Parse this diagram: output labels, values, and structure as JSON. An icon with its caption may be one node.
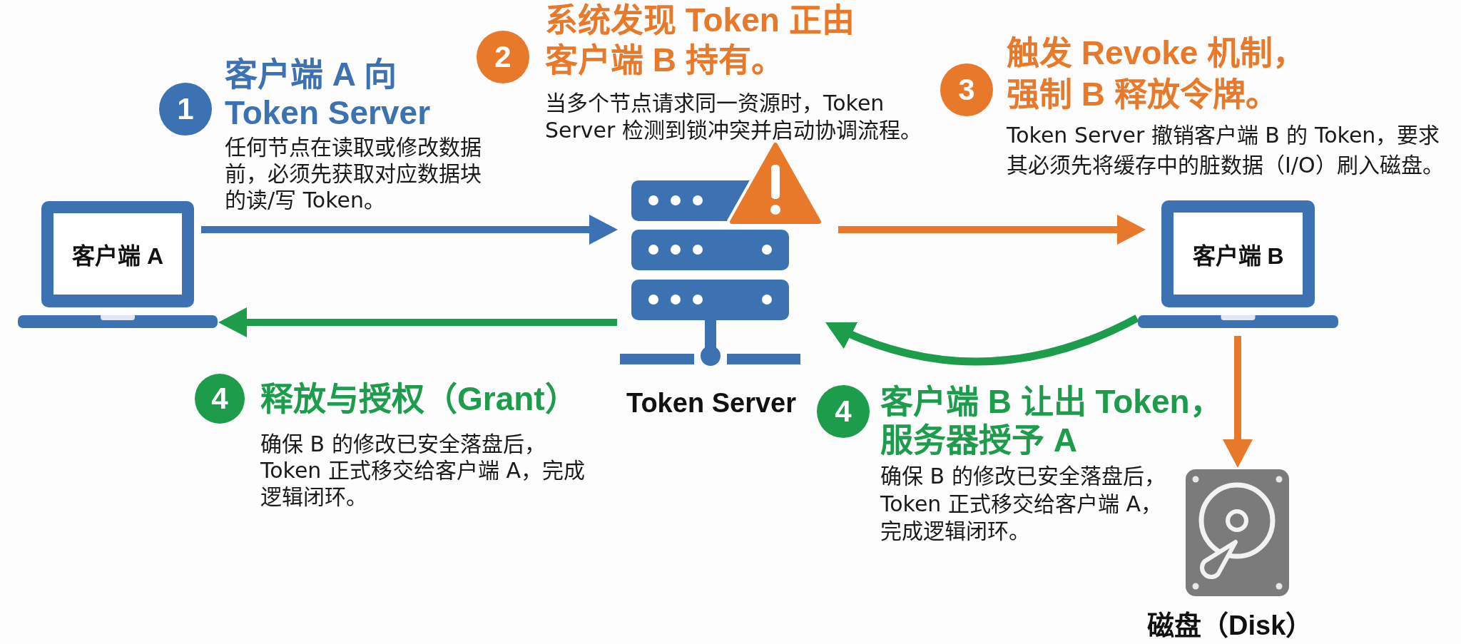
{
  "diagram": {
    "nodes": [
      {
        "text": [
          "客户端 A"
        ]
      },
      {
        "text": [
          "Token Server"
        ]
      },
      {
        "text": [
          "客户端 B"
        ]
      },
      {
        "text": [
          "磁盘（Disk）"
        ]
      },
      {
        "text": [
          "1"
        ],
        "beside": [
          "客户端 A 向 Token Server",
          "任何节点在读取或修改数据前，必须先获取对应数据块的读/写 Token。"
        ]
      },
      {
        "text": [
          "2"
        ],
        "beside": [
          "系统发现 Token 正由客户端 B 持有。",
          "当多个节点请求同一资源时，Token Server 检测到锁冲突并启动协调流程。"
        ]
      },
      {
        "text": [
          "3"
        ],
        "beside": [
          "触发 Revoke 机制，强制 B 释放令牌。",
          "Token Server 撤销客户端 B 的 Token，要求其必须先将缓存中的脏数据（I/O）刷入磁盘。"
        ]
      },
      {
        "text": [
          "4"
        ],
        "beside": [
          "释放与授权（Grant）",
          "确保 B 的修改已安全落盘后，Token 正式移交给客户端 A，完成逻辑闭环。"
        ]
      },
      {
        "text": [
          "4"
        ],
        "beside": [
          "客户端 B 让出 Token，服务器授予 A",
          "确保 B 的修改已安全落盘后，Token 正式移交给客户端 A，完成逻辑闭环。"
        ]
      }
    ],
    "edges": [
      {
        "from": 0,
        "to": 1,
        "arrow": "to",
        "color": "#3c72b1"
      },
      {
        "from": 1,
        "to": 2,
        "arrow": "to",
        "color": "#e8792a"
      },
      {
        "from": 2,
        "to": 1,
        "arrow": "to",
        "color": "#1d9c4c"
      },
      {
        "from": 1,
        "to": 0,
        "arrow": "to",
        "color": "#1d9c4c"
      },
      {
        "from": 2,
        "to": 3,
        "arrow": "to",
        "color": "#e8792a"
      }
    ]
  }
}
